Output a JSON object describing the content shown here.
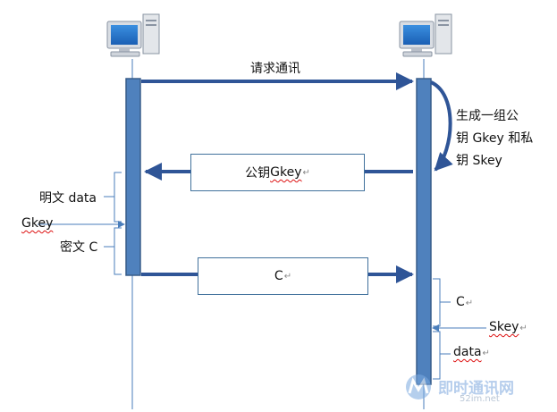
{
  "request_label": "请求通讯",
  "key_gen_note": [
    "生成一组公",
    "钥 Gkey 和私",
    "钥 Skey"
  ],
  "public_key_box": {
    "prefix": "公钥 ",
    "key": "Gkey"
  },
  "cipher_box": "C",
  "left_side": {
    "plaintext": "明文 data",
    "gkey": "Gkey",
    "ciphertext": "密文 C"
  },
  "right_side": {
    "cipher": "C",
    "skey": "Skey",
    "data": "data"
  },
  "watermark": {
    "title": "即时通讯网",
    "url": "52im.net"
  },
  "colors": {
    "lifeline_bar": "#4f81bd",
    "lifeline_border": "#385d8a",
    "arrow": "#2f5597",
    "thin_line": "#4a7ebb"
  }
}
